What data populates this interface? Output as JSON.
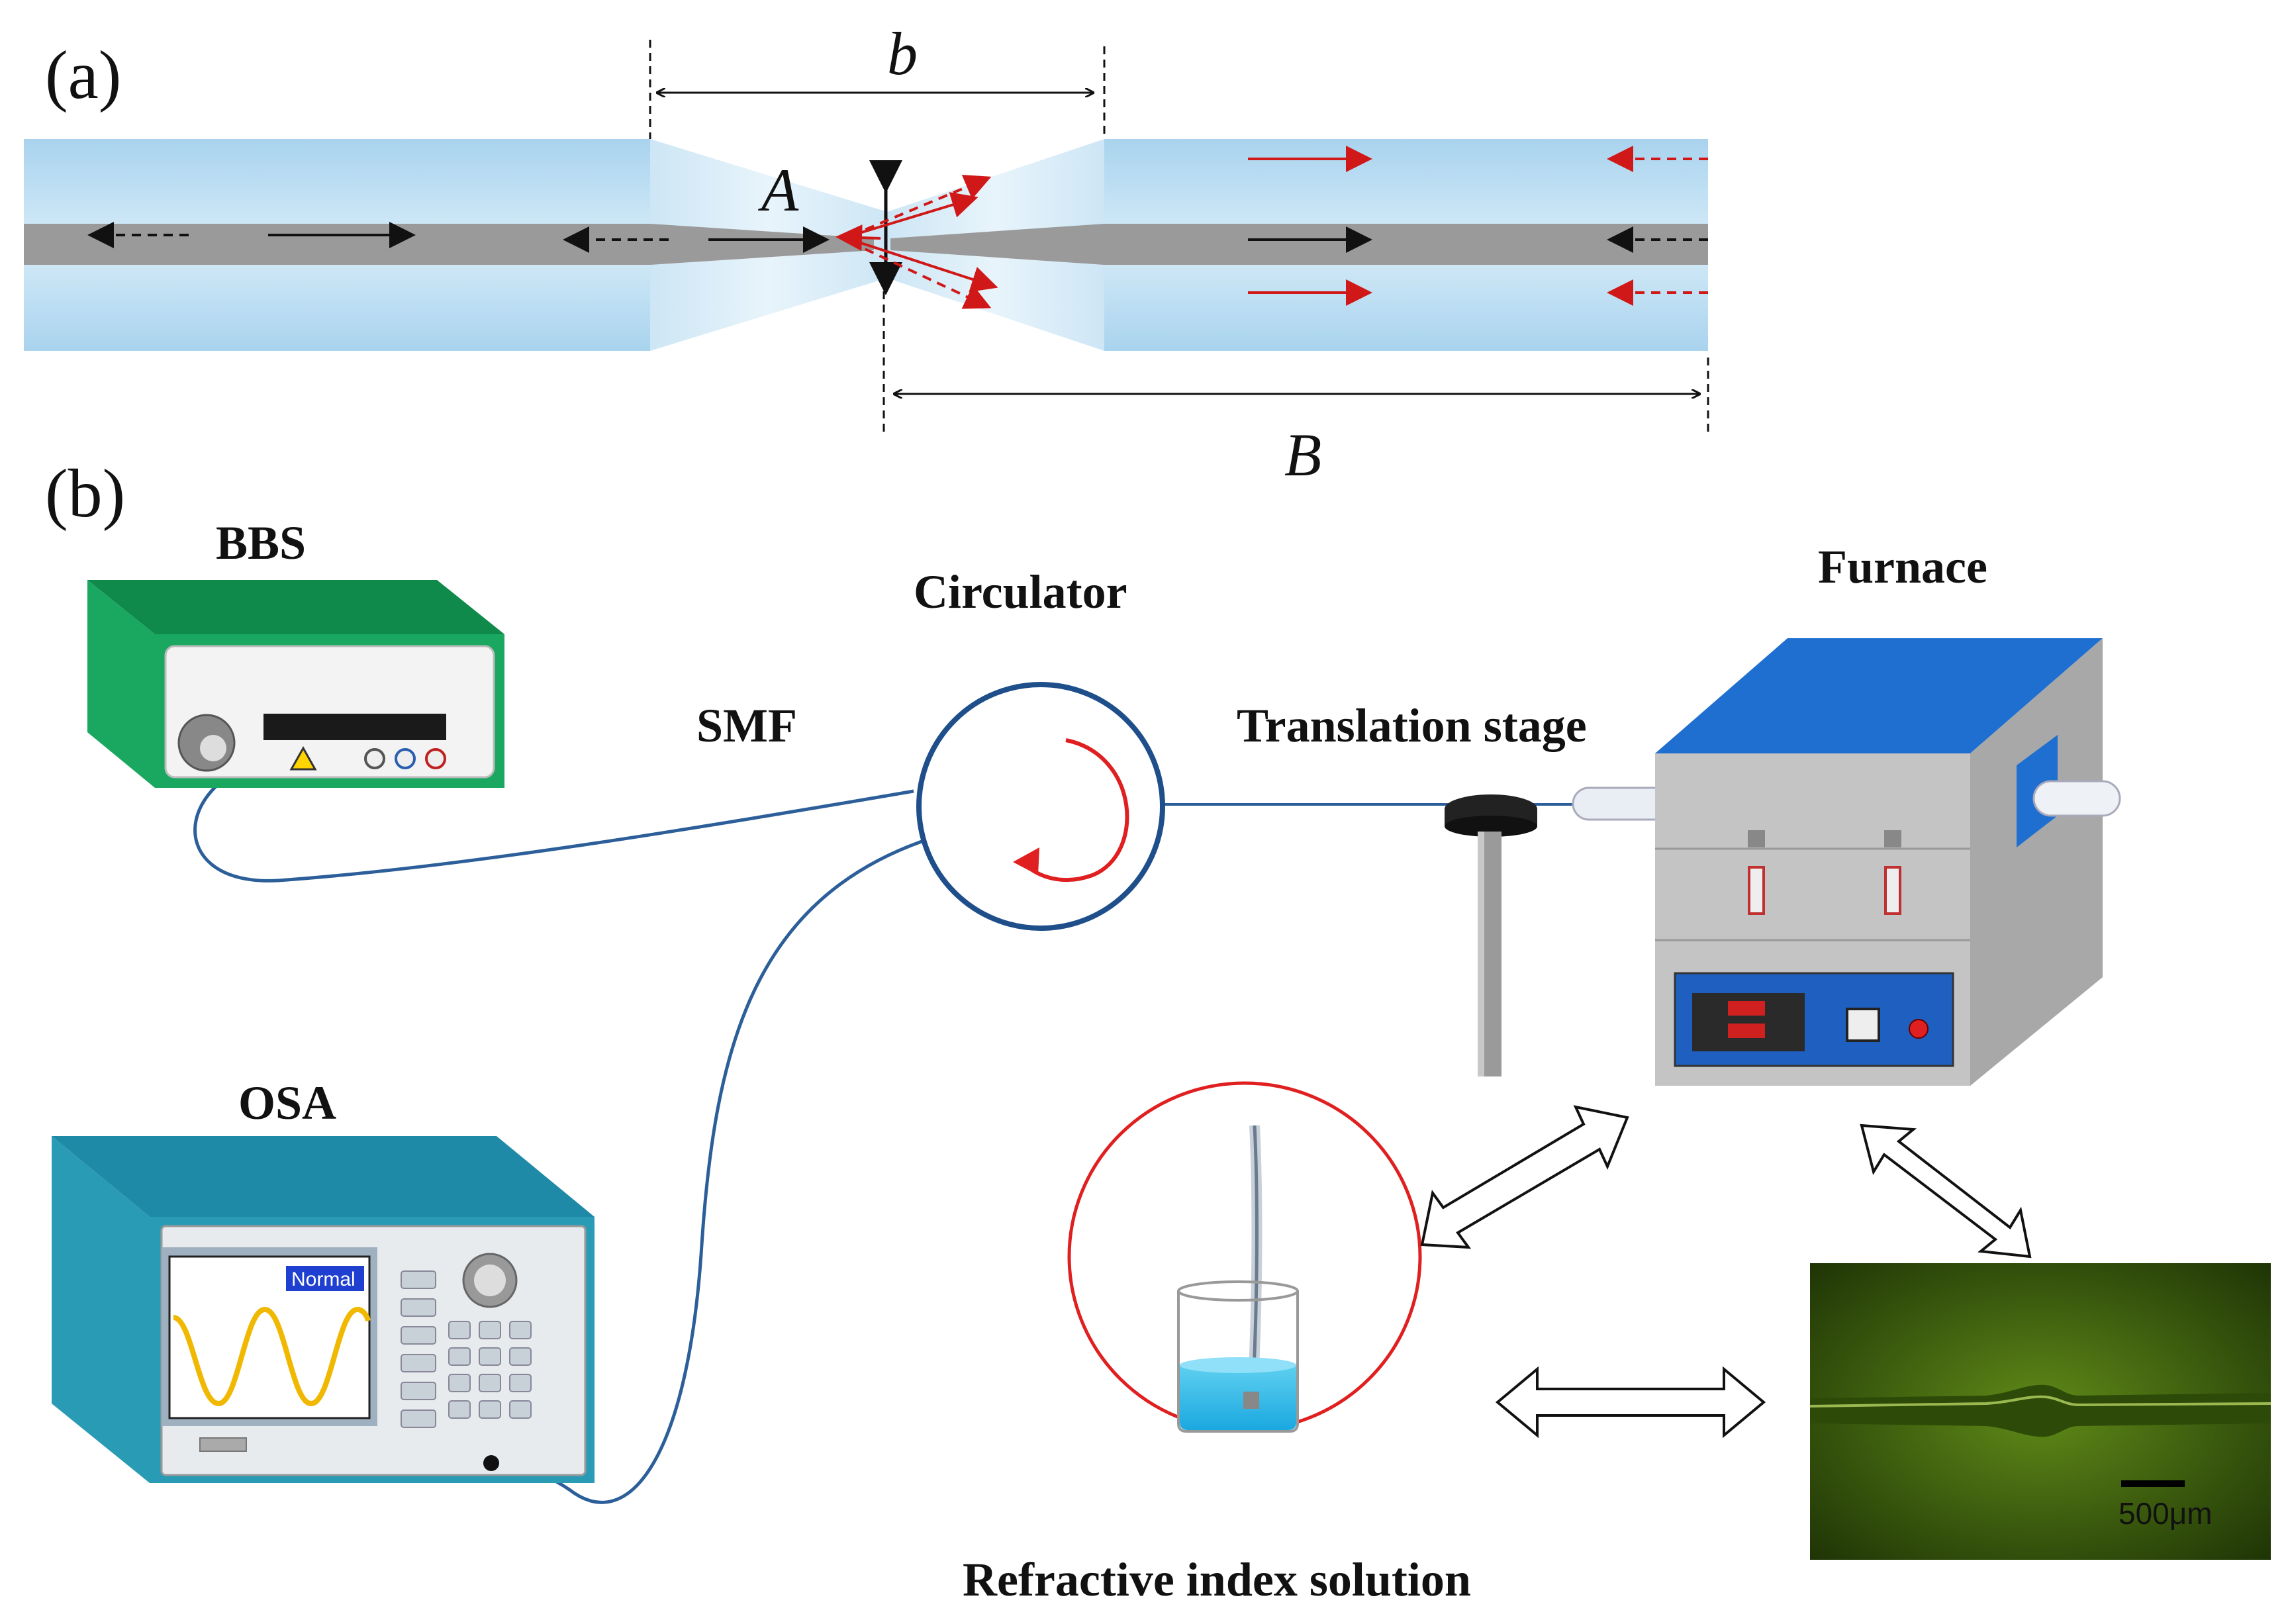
{
  "panel_a": {
    "label": "(a)",
    "dim_b": "b",
    "label_A": "A",
    "dim_B": "B"
  },
  "panel_b": {
    "label": "(b)",
    "bbs": "BBS",
    "circulator": "Circulator",
    "smf": "SMF",
    "translation_stage": "Translation stage",
    "furnace": "Furnace",
    "osa": "OSA",
    "osa_screen_mode": "Normal",
    "refractive_solution": "Refractive index solution",
    "scale_bar": "500μm"
  },
  "colors": {
    "cladding": "#b8dcf0",
    "core": "#9a9a9a",
    "forward_arrow": "#d01818",
    "bbs_body": "#1aa860",
    "osa_body": "#2a9bb5",
    "furnace_top": "#1f6fd0",
    "furnace_body": "#c4c4c4",
    "circulator_ring": "#1f4f8a",
    "fiber": "#2c5f99",
    "micrograph": "#4a6a10"
  },
  "icons": [
    "bbs-instrument",
    "circulator-icon",
    "translation-stage-icon",
    "furnace-icon",
    "osa-instrument",
    "beaker-icon",
    "micrograph-image",
    "double-arrow-icon"
  ]
}
